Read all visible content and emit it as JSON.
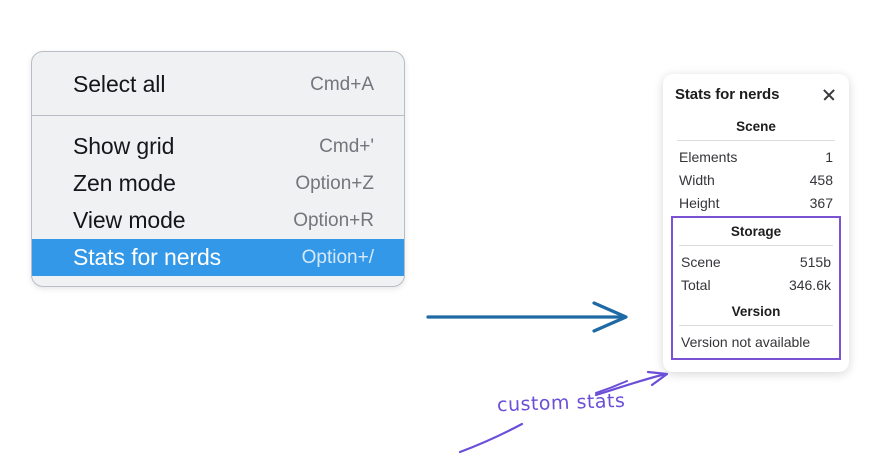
{
  "context_menu": {
    "groups": [
      {
        "items": [
          {
            "label": "Select all",
            "shortcut": "Cmd+A",
            "highlighted": false
          }
        ]
      },
      {
        "items": [
          {
            "label": "Show grid",
            "shortcut": "Cmd+'",
            "highlighted": false
          },
          {
            "label": "Zen mode",
            "shortcut": "Option+Z",
            "highlighted": false
          },
          {
            "label": "View mode",
            "shortcut": "Option+R",
            "highlighted": false
          },
          {
            "label": "Stats for nerds",
            "shortcut": "Option+/",
            "highlighted": true
          }
        ]
      }
    ],
    "highlight_color": "#3498e8"
  },
  "stats_panel": {
    "title": "Stats for nerds",
    "close_icon": "close-icon",
    "sections": [
      {
        "heading": "Scene",
        "rows": [
          {
            "label": "Elements",
            "value": "1"
          },
          {
            "label": "Width",
            "value": "458"
          },
          {
            "label": "Height",
            "value": "367"
          }
        ]
      },
      {
        "heading": "Storage",
        "rows": [
          {
            "label": "Scene",
            "value": "515b"
          },
          {
            "label": "Total",
            "value": "346.6k"
          }
        ]
      },
      {
        "heading": "Version",
        "note": "Version not available"
      }
    ],
    "highlight_box_color": "#7b52d3"
  },
  "annotations": {
    "blue_arrow": {
      "name": "blue-arrow",
      "color": "#1f6aa5"
    },
    "purple_arrow": {
      "name": "purple-arrow",
      "color": "#6b4fd8"
    },
    "purple_underline": {
      "name": "purple-underline",
      "color": "#6b4fd8"
    },
    "handwritten_label": "custom stats"
  }
}
